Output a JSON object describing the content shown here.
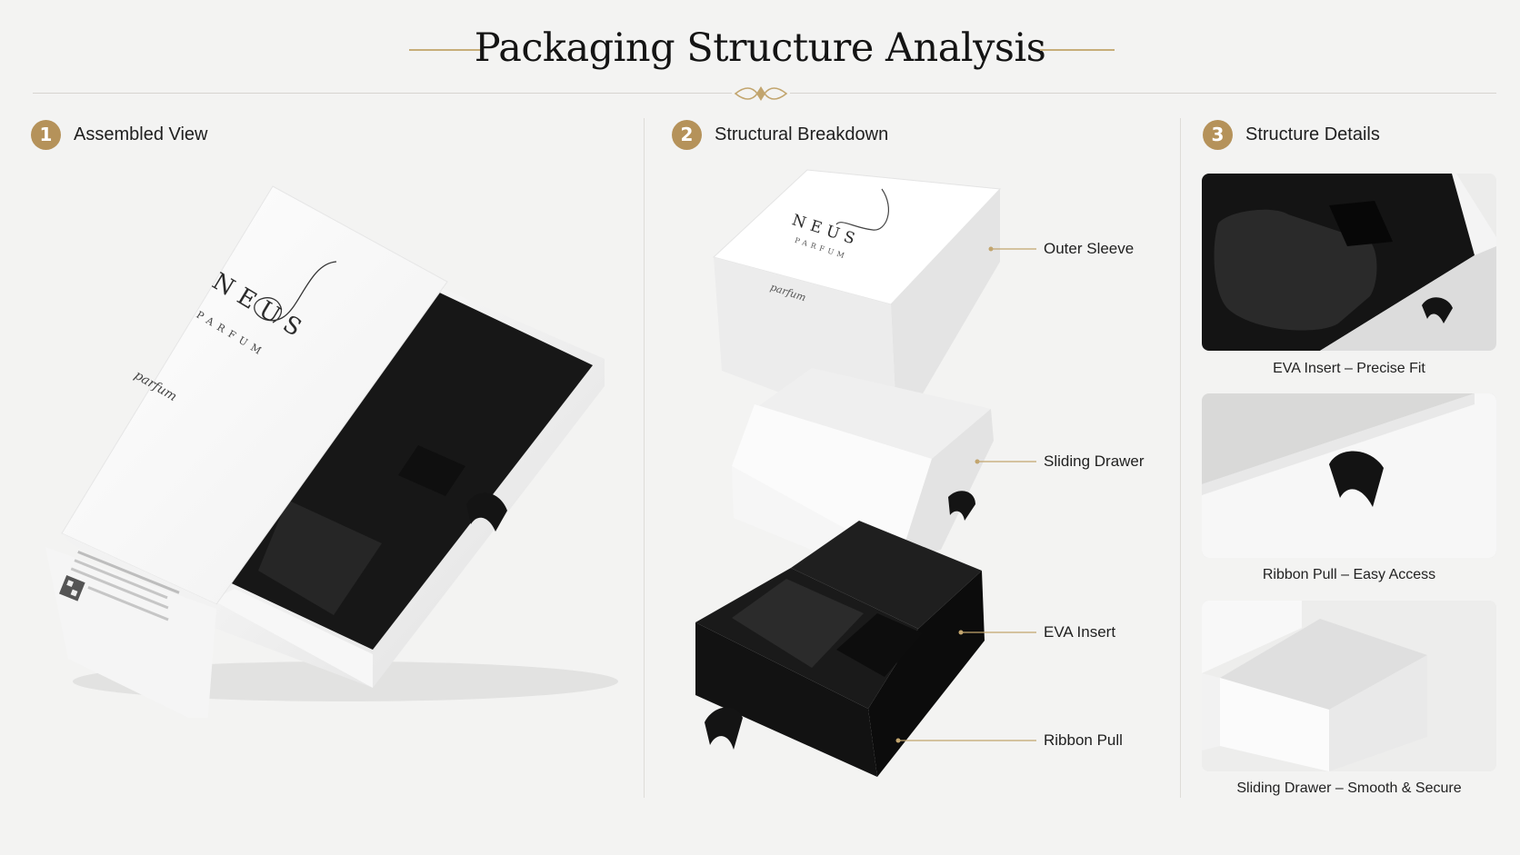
{
  "header": {
    "title": "Packaging Structure Analysis"
  },
  "sections": [
    {
      "number": "1",
      "label": "Assembled View"
    },
    {
      "number": "2",
      "label": "Structural Breakdown"
    },
    {
      "number": "3",
      "label": "Structure Details"
    }
  ],
  "brand": {
    "name": "NEUS",
    "sub": "PARFUM",
    "script": "parfum"
  },
  "callouts": [
    "Outer Sleeve",
    "Sliding Drawer",
    "EVA Insert",
    "Ribbon Pull"
  ],
  "details": [
    {
      "caption": "EVA Insert – Precise Fit"
    },
    {
      "caption": "Ribbon Pull – Easy Access"
    },
    {
      "caption": "Sliding Drawer – Smooth & Secure"
    }
  ],
  "colors": {
    "accent": "#b5925a",
    "foam": "#161616",
    "paper": "#ffffff",
    "background": "#f3f3f2"
  }
}
